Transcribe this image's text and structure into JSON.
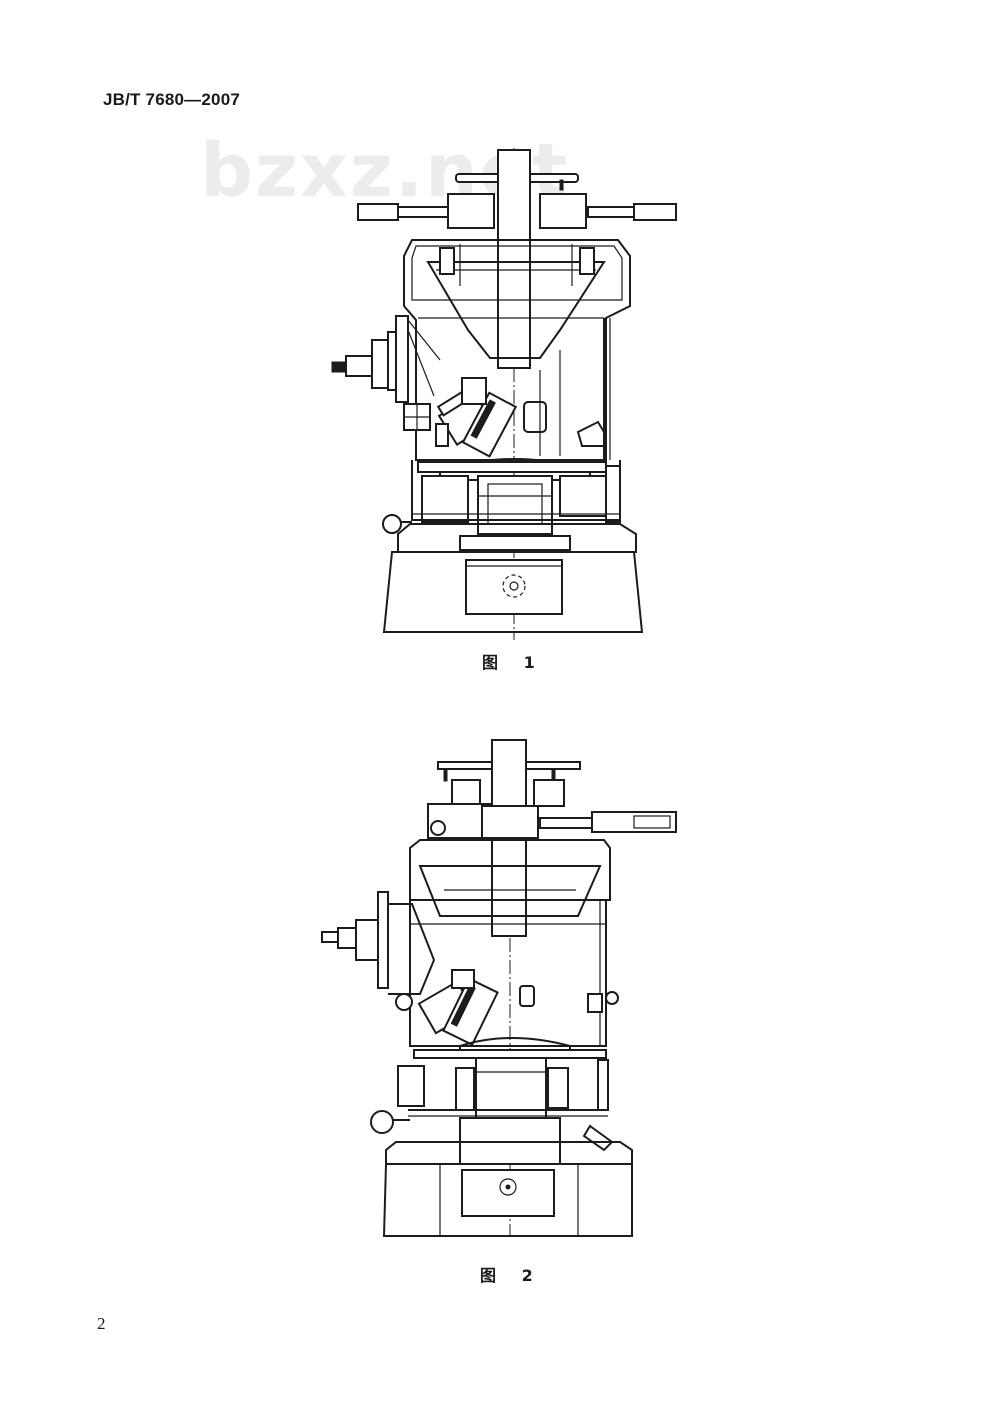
{
  "header": {
    "standard_code": "JB/T 7680—2007"
  },
  "watermark": {
    "text": "bzxz.net"
  },
  "figures": [
    {
      "caption": "图  1"
    },
    {
      "caption": "图  2"
    }
  ],
  "footer": {
    "page_number": "2"
  }
}
